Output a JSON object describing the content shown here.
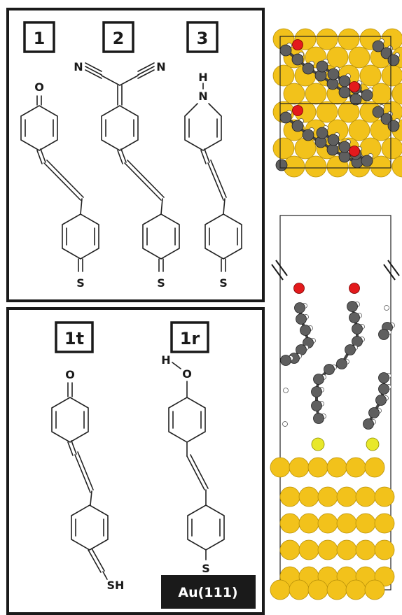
{
  "panel_top": {
    "molecules": [
      {
        "id": "1",
        "atoms": [
          "O",
          "S"
        ]
      },
      {
        "id": "2",
        "atoms": [
          "N",
          "N",
          "S"
        ]
      },
      {
        "id": "3",
        "atoms": [
          "H",
          "N",
          "S"
        ]
      }
    ]
  },
  "panel_bottom": {
    "molecules": [
      {
        "id": "1t",
        "atoms": [
          "O",
          "SH"
        ]
      },
      {
        "id": "1r",
        "atoms": [
          "H",
          "O",
          "S"
        ]
      }
    ],
    "substrate_label": "Au(111)"
  },
  "colors": {
    "gold": "#f2c21b",
    "gold_edge": "#b8900a",
    "carbon": "#5f5f5f",
    "oxygen": "#e31a1c",
    "sulfur": "#e8e82a",
    "hydrogen": "#ffffff",
    "frame": "#1a1a1a"
  }
}
